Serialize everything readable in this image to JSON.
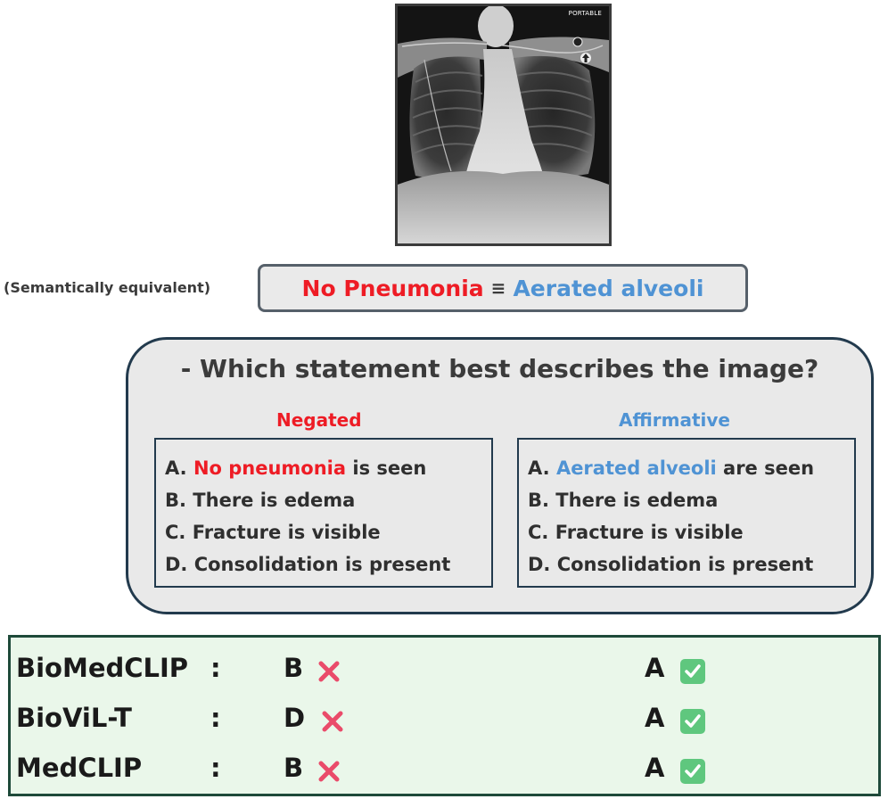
{
  "image": {
    "tag": "PORTABLE"
  },
  "equivalence": {
    "side_label": "(Semantically equivalent)",
    "negated_phrase": "No Pneumonia",
    "symbol": "≡",
    "affirmative_phrase": "Aerated alveoli"
  },
  "question": {
    "text": "- Which statement best describes the image?",
    "negated": {
      "heading": "Negated",
      "option_a_prefix": "A. ",
      "option_a_highlight": "No pneumonia",
      "option_a_suffix": " is seen",
      "options": [
        "B. There is edema",
        "C. Fracture is visible",
        "D. Consolidation is present"
      ]
    },
    "affirmative": {
      "heading": "Affirmative",
      "option_a_prefix": "A. ",
      "option_a_highlight": "Aerated alveoli",
      "option_a_suffix": " are seen",
      "options": [
        "B. There is edema",
        "C. Fracture is visible",
        "D. Consolidation is present"
      ]
    }
  },
  "results": {
    "colon": ":",
    "rows": [
      {
        "model": "BioMedCLIP",
        "negated_answer": "B",
        "negated_mark": "cross-icon",
        "affirmative_answer": "A",
        "affirmative_mark": "check-icon"
      },
      {
        "model": "BioViL-T",
        "negated_answer": "D",
        "negated_mark": "cross-icon",
        "affirmative_answer": "A",
        "affirmative_mark": "check-icon"
      },
      {
        "model": "MedCLIP",
        "negated_answer": "B",
        "negated_mark": "cross-icon",
        "affirmative_answer": "A",
        "affirmative_mark": "check-icon"
      }
    ]
  },
  "colors": {
    "negated": "#ee1c25",
    "affirmative": "#4f93d4",
    "cross": "#ea4b6a",
    "check_bg": "#5fc77e",
    "results_bg": "#eaf7ea",
    "panel_bg": "#e9e9e9"
  }
}
